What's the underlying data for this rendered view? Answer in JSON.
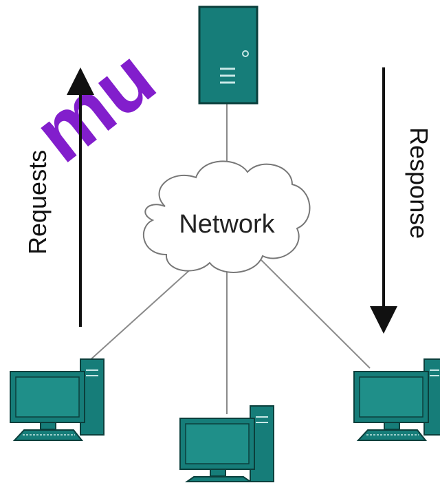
{
  "watermark": {
    "text": "mu",
    "color": "#7b12c9"
  },
  "diagram": {
    "network_label": "Network",
    "requests_label": "Requests",
    "response_label": "Response"
  },
  "colors": {
    "device_fill": "#167d79",
    "device_stroke": "#0b3f3c",
    "screen_fill": "#1f8f89",
    "line": "#8a8a8a",
    "arrow": "#111111",
    "cloud_stroke": "#777777"
  }
}
